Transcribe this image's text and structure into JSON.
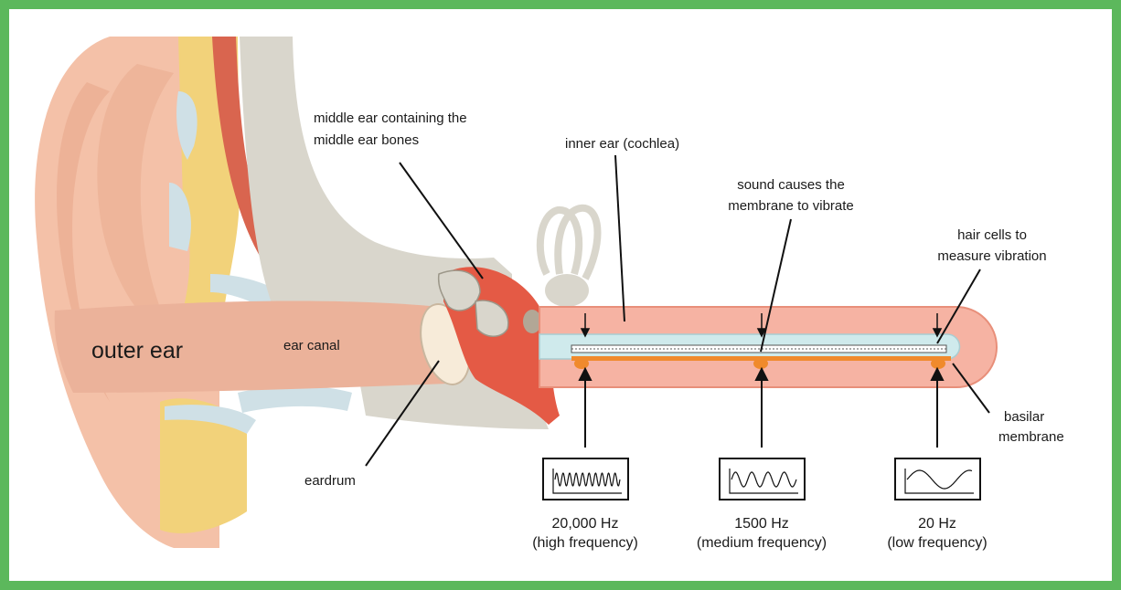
{
  "labels": {
    "outer_ear": "outer ear",
    "ear_canal": "ear canal",
    "eardrum": "eardrum",
    "middle_ear_line1": "middle ear containing the",
    "middle_ear_line2": "middle ear bones",
    "inner_ear": "inner ear (cochlea)",
    "sound_line1": "sound causes the",
    "sound_line2": "membrane to vibrate",
    "hair_line1": "hair cells to",
    "hair_line2": "measure vibration",
    "basilar_line1": "basilar",
    "basilar_line2": "membrane"
  },
  "frequencies": [
    {
      "hz": "20,000 Hz",
      "range": "(high frequency)"
    },
    {
      "hz": "1500 Hz",
      "range": "(medium frequency)"
    },
    {
      "hz": "20 Hz",
      "range": "(low frequency)"
    }
  ],
  "colors": {
    "frame": "#5cb85c",
    "skin": "#f4c1a8",
    "skin_dark": "#e8a98c",
    "fat": "#f2d27a",
    "bone": "#d9d6cc",
    "cartilage": "#cfe0e6",
    "muscle": "#d9654f",
    "middle_ear": "#e45a45",
    "cochlea_tube": "#f6b3a3",
    "cochlea_fluid": "#cfeaec",
    "membrane": "#f08a2c"
  },
  "icons": [
    "oscillogram-high-icon",
    "oscillogram-medium-icon",
    "oscillogram-low-icon"
  ]
}
